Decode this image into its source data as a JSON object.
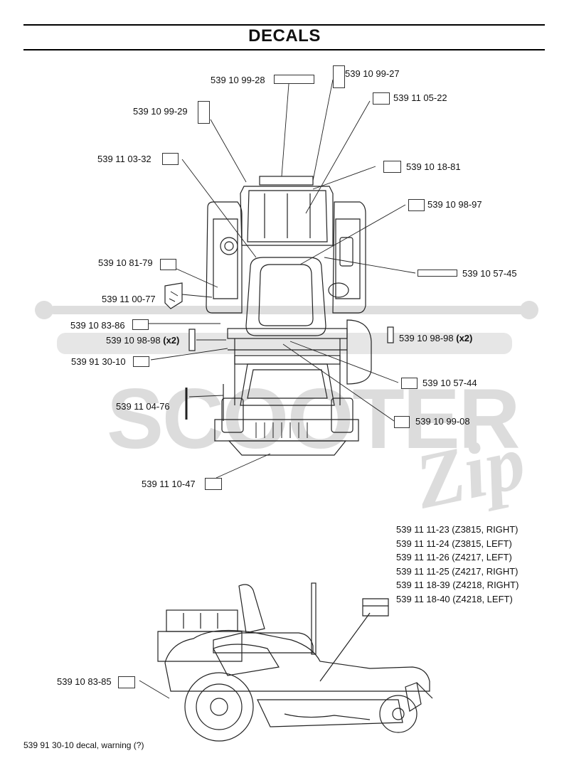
{
  "header": {
    "title": "DECALS"
  },
  "watermark": {
    "brand": "SCOOTER",
    "script": "Zip",
    "color": "#dcdcdc"
  },
  "callouts": {
    "c01": "539 10 99-28",
    "c02": "539 10 99-27",
    "c03": "539 11 05-22",
    "c04": "539 10 99-29",
    "c05": "539 11 03-32",
    "c06": "539 10 18-81",
    "c07": "539 10 98-97",
    "c08": "539 10 57-45",
    "c09": "539 10 81-79",
    "c10": "539 11 00-77",
    "c11": "539 10 83-86",
    "c12": "539 10 98-98",
    "c12q": "(x2)",
    "c13": "539 10 98-98",
    "c13q": "(x2)",
    "c14": "539 91 30-10",
    "c15": "539 10 57-44",
    "c16": "539 11 04-76",
    "c17": "539 10 99-08",
    "c18": "539 11 10-47",
    "c19": "539 10 83-85"
  },
  "side_list": [
    "539 11 11-23 (Z3815, RIGHT)",
    "539 11 11-24 (Z3815, LEFT)",
    "539 11 11-26 (Z4217, LEFT)",
    "539 11 11-25 (Z4217, RIGHT)",
    "539 11 18-39 (Z4218, RIGHT)",
    "539 11 18-40 (Z4218, LEFT)"
  ],
  "footer": {
    "note": "539 91 30-10 decal, warning (?)"
  }
}
